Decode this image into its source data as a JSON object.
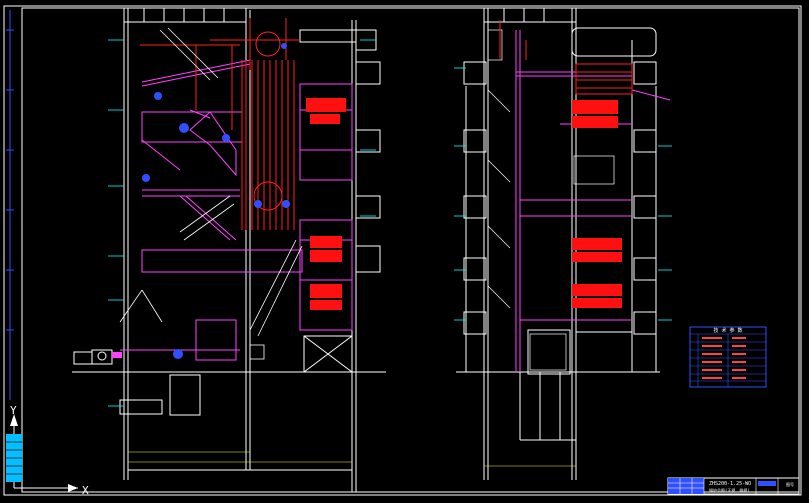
{
  "app": {
    "background": "#000000"
  },
  "title_block": {
    "drawing_number": "ZHS200-1.25-WO",
    "drawing_title": "锅炉总图(正视、侧视)",
    "scale_box": "图号"
  },
  "table": {
    "title": "技 术 参 数",
    "rows": [
      "1",
      "2",
      "3",
      "4",
      "5",
      "6",
      "7"
    ]
  },
  "ucs": {
    "y_label": "Y",
    "x_label": "X"
  },
  "colors": {
    "frame": "#ffffff",
    "structure": "#ff2020",
    "pipe": "#ff40ff",
    "blue": "#4060ff",
    "cyan": "#00ffff",
    "yellow": "#ffff00"
  }
}
